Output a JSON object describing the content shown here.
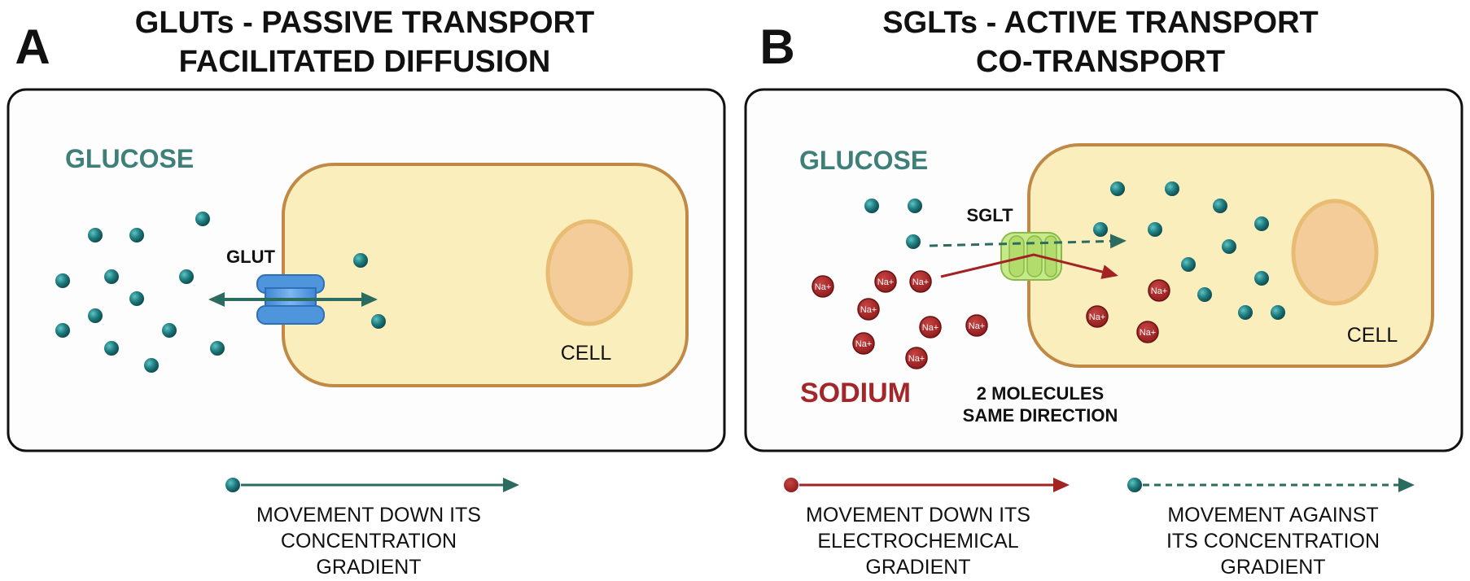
{
  "panel_a": {
    "letter": "A",
    "title_line1": "GLUTs - PASSIVE TRANSPORT",
    "title_line2": "FACILITATED DIFFUSION",
    "glucose_label": "GLUCOSE",
    "transporter_label": "GLUT",
    "cell_label": "CELL"
  },
  "panel_b": {
    "letter": "B",
    "title_line1": "SGLTs - ACTIVE TRANSPORT",
    "title_line2": "CO-TRANSPORT",
    "glucose_label": "GLUCOSE",
    "transporter_label": "SGLT",
    "sodium_label": "SODIUM",
    "note_line1": "2 MOLECULES",
    "note_line2": "SAME DIRECTION",
    "cell_label": "CELL",
    "ion_label": "Na+"
  },
  "legend": {
    "glucose_down": {
      "line1": "MOVEMENT DOWN ITS",
      "line2": "CONCENTRATION",
      "line3": "GRADIENT"
    },
    "sodium_down": {
      "line1": "MOVEMENT DOWN ITS",
      "line2": "ELECTROCHEMICAL",
      "line3": "GRADIENT"
    },
    "glucose_against": {
      "line1": "MOVEMENT AGAINST",
      "line2": "ITS CONCENTRATION",
      "line3": "GRADIENT"
    }
  },
  "colors": {
    "glucose": "#1f7d80",
    "glucose_dark": "#0f4f52",
    "sodium": "#a32222",
    "glucose_arrow": "#2c6b5f",
    "sodium_arrow": "#a32222",
    "cell_fill": "#fbeebd",
    "cell_stroke": "#c08a46",
    "nucleus_fill": "#f3cc9a",
    "nucleus_stroke": "#e8bc72",
    "glut": "#5b9de0",
    "sglt": "#bde27a",
    "glucose_text": "#3f7f7a",
    "sodium_text": "#a3262a"
  }
}
